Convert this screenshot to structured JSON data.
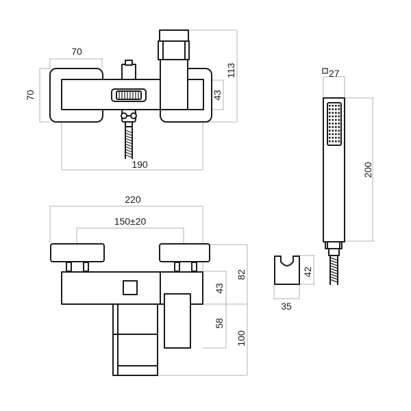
{
  "colors": {
    "outline": "#1a1a1a",
    "dimension_line": "#b0b0b0",
    "background": "#ffffff"
  },
  "dimensions": {
    "top_handle_width": "70",
    "top_handle_depth": "70",
    "top_body_depth": "43",
    "top_overall_depth": "113",
    "top_body_length": "190",
    "front_overall_width": "220",
    "front_centres": "150±20",
    "front_height_top": "82",
    "front_body_height": "43",
    "front_spout_drop": "58",
    "front_spout_total": "100",
    "holder_height": "42",
    "holder_width": "35",
    "shower_head_width": "27",
    "shower_length": "200"
  },
  "icons": {
    "square_symbol": "square-section-icon"
  }
}
